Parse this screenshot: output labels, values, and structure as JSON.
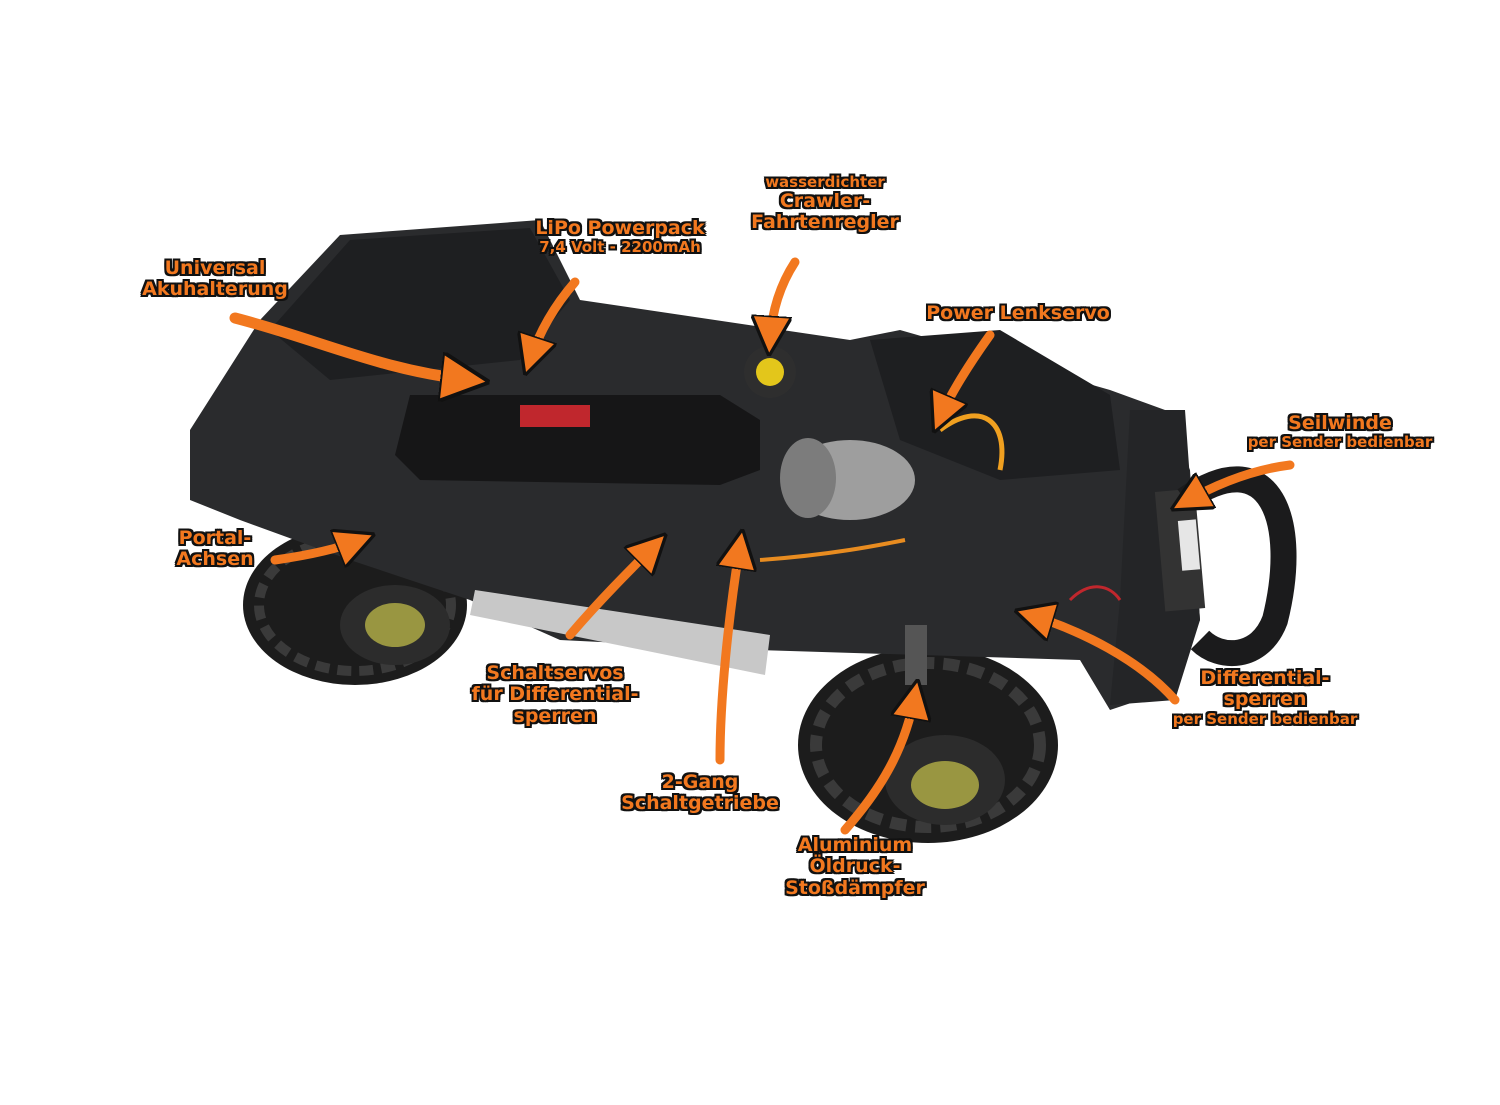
{
  "colors": {
    "accent_orange": "#f2781f",
    "outline": "#111111",
    "chassis_dark": "#2a2b2d",
    "tire": "#1c1c1c",
    "rim_yellow": "#c8c34a"
  },
  "callouts": {
    "universal": {
      "line1": "Universal",
      "line2": "Akuhalterung"
    },
    "lipo": {
      "line1": "LiPo Powerpack",
      "line2": "7,4 Volt - 2200mAh"
    },
    "esc": {
      "line1": "wasserdichter",
      "line2": "Crawler-",
      "line3": "Fahrtenregler"
    },
    "servo": {
      "line1": "Power Lenkservo"
    },
    "winch": {
      "line1": "Seilwinde",
      "line2": "per Sender bedienbar"
    },
    "portal": {
      "line1": "Portal-",
      "line2": "Achsen"
    },
    "shiftservos": {
      "line1": "Schaltservos",
      "line2": "für Differential-",
      "line3": "sperren"
    },
    "gearbox": {
      "line1": "2-Gang",
      "line2": "Schaltgetriebe"
    },
    "shocks": {
      "line1": "Aluminium",
      "line2": "Öldruck-",
      "line3": "Stoßdämpfer"
    },
    "difflocks": {
      "line1": "Differential-",
      "line2": "sperren",
      "line3": "per Sender bedienbar"
    }
  }
}
